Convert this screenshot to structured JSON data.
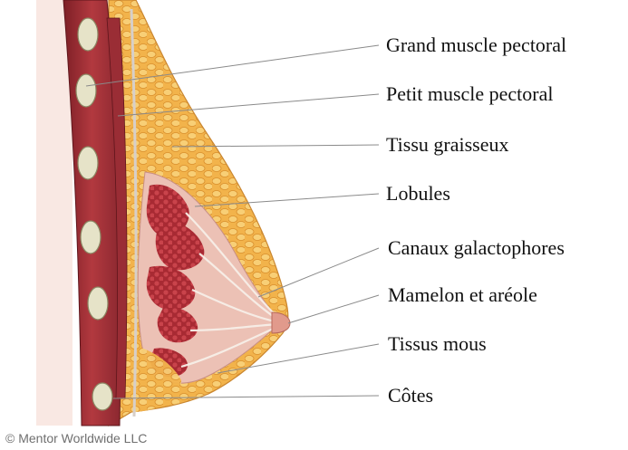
{
  "diagram": {
    "labels": [
      {
        "id": "grand-muscle-pectoral",
        "text": "Grand muscle pectoral"
      },
      {
        "id": "petit-muscle-pectoral",
        "text": "Petit muscle pectoral"
      },
      {
        "id": "tissu-graisseux",
        "text": "Tissu graisseux"
      },
      {
        "id": "lobules",
        "text": "Lobules"
      },
      {
        "id": "canaux-galactophores",
        "text": "Canaux galactophores"
      },
      {
        "id": "mamelon-et-areole",
        "text": "Mamelon et aréole"
      },
      {
        "id": "tissus-mous",
        "text": "Tissus mous"
      },
      {
        "id": "cotes",
        "text": "Côtes"
      }
    ],
    "copyright": "© Mentor Worldwide LLC"
  },
  "colors": {
    "muscle": "#a8343a",
    "muscle_dark": "#7d1f26",
    "fat": "#f0b24a",
    "fat_light": "#f8d486",
    "lobule": "#b9303a",
    "tissue": "#e7b8ad",
    "rib": "#e6e3c8",
    "leader_line": "#8a8a8a"
  }
}
